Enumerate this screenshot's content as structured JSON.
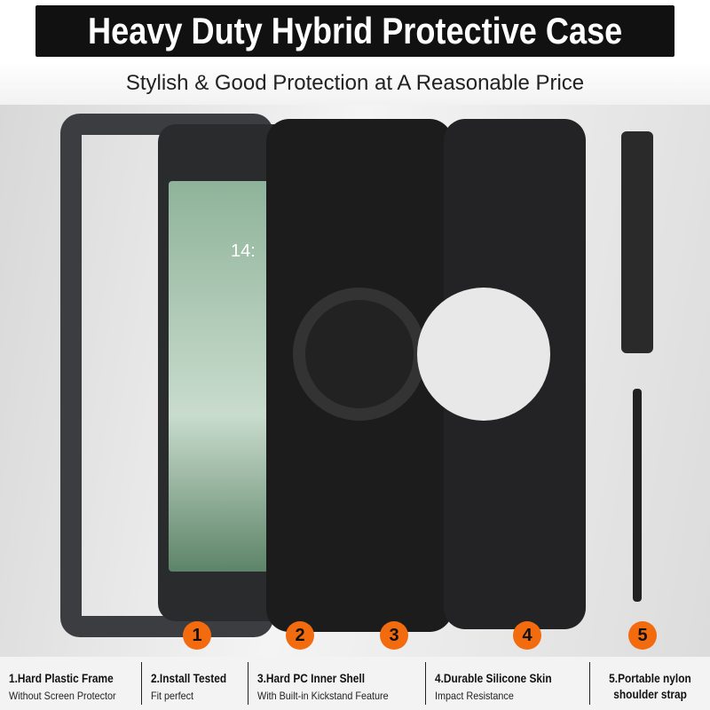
{
  "header": {
    "title": "Heavy Duty Hybrid Protective Case",
    "subtitle": "Stylish & Good Protection at A Reasonable Price"
  },
  "device": {
    "clock": "14:"
  },
  "badges": [
    "1",
    "2",
    "3",
    "4",
    "5"
  ],
  "colors": {
    "badge": "#f26b0f",
    "banner": "#111111",
    "screen": "#8fb39a"
  },
  "features": [
    {
      "title": "1.Hard Plastic Frame",
      "desc": "Without Screen Protector"
    },
    {
      "title": "2.Install Tested",
      "desc": "Fit perfect"
    },
    {
      "title": "3.Hard PC Inner Shell",
      "desc": "With Built-in Kickstand Feature"
    },
    {
      "title": "4.Durable Silicone Skin",
      "desc": "Impact Resistance"
    },
    {
      "title": "5.Portable nylon",
      "desc": "shoulder strap"
    }
  ]
}
